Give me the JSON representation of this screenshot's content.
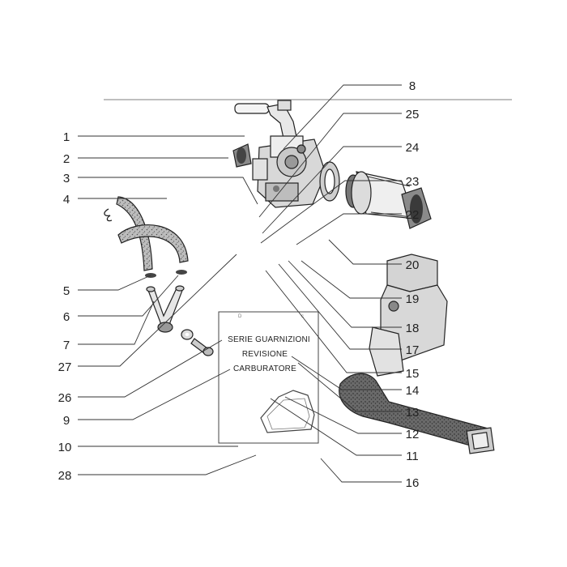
{
  "kit_card": {
    "line1": "SERIE GUARNIZIONI",
    "line2": "REVISIONE",
    "line3": "CARBURATORE"
  },
  "labels": [
    "1",
    "2",
    "3",
    "4",
    "5",
    "6",
    "7",
    "27",
    "26",
    "9",
    "10",
    "28",
    "8",
    "25",
    "24",
    "23",
    "22",
    "20",
    "19",
    "18",
    "17",
    "15",
    "14",
    "13",
    "12",
    "11",
    "16"
  ]
}
